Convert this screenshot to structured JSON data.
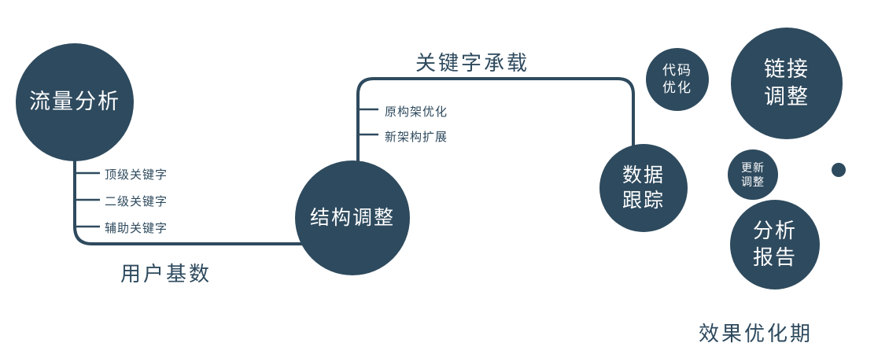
{
  "colors": {
    "primary": "#2e4a5e",
    "background": "#ffffff",
    "node_text": "#ffffff"
  },
  "nodes": {
    "traffic": {
      "label": "流量分析"
    },
    "structure": {
      "label": "结构调整"
    },
    "tracking": {
      "label": "数据\n跟踪"
    },
    "code": {
      "label": "代码\n优化"
    },
    "link": {
      "label": "链接\n调整"
    },
    "update": {
      "label": "更新\n调整"
    },
    "report": {
      "label": "分析\n报告"
    }
  },
  "edges": {
    "user_base": {
      "label": "用户基数"
    },
    "keyword_bearing": {
      "label": "关键字承载"
    }
  },
  "branches": {
    "top_keywords": {
      "label": "顶级关键字"
    },
    "second_keywords": {
      "label": "二级关键字"
    },
    "aux_keywords": {
      "label": "辅助关键字"
    },
    "arch_optimize": {
      "label": "原构架优化"
    },
    "arch_expand": {
      "label": "新架构扩展"
    }
  },
  "caption": {
    "label": "效果优化期"
  }
}
